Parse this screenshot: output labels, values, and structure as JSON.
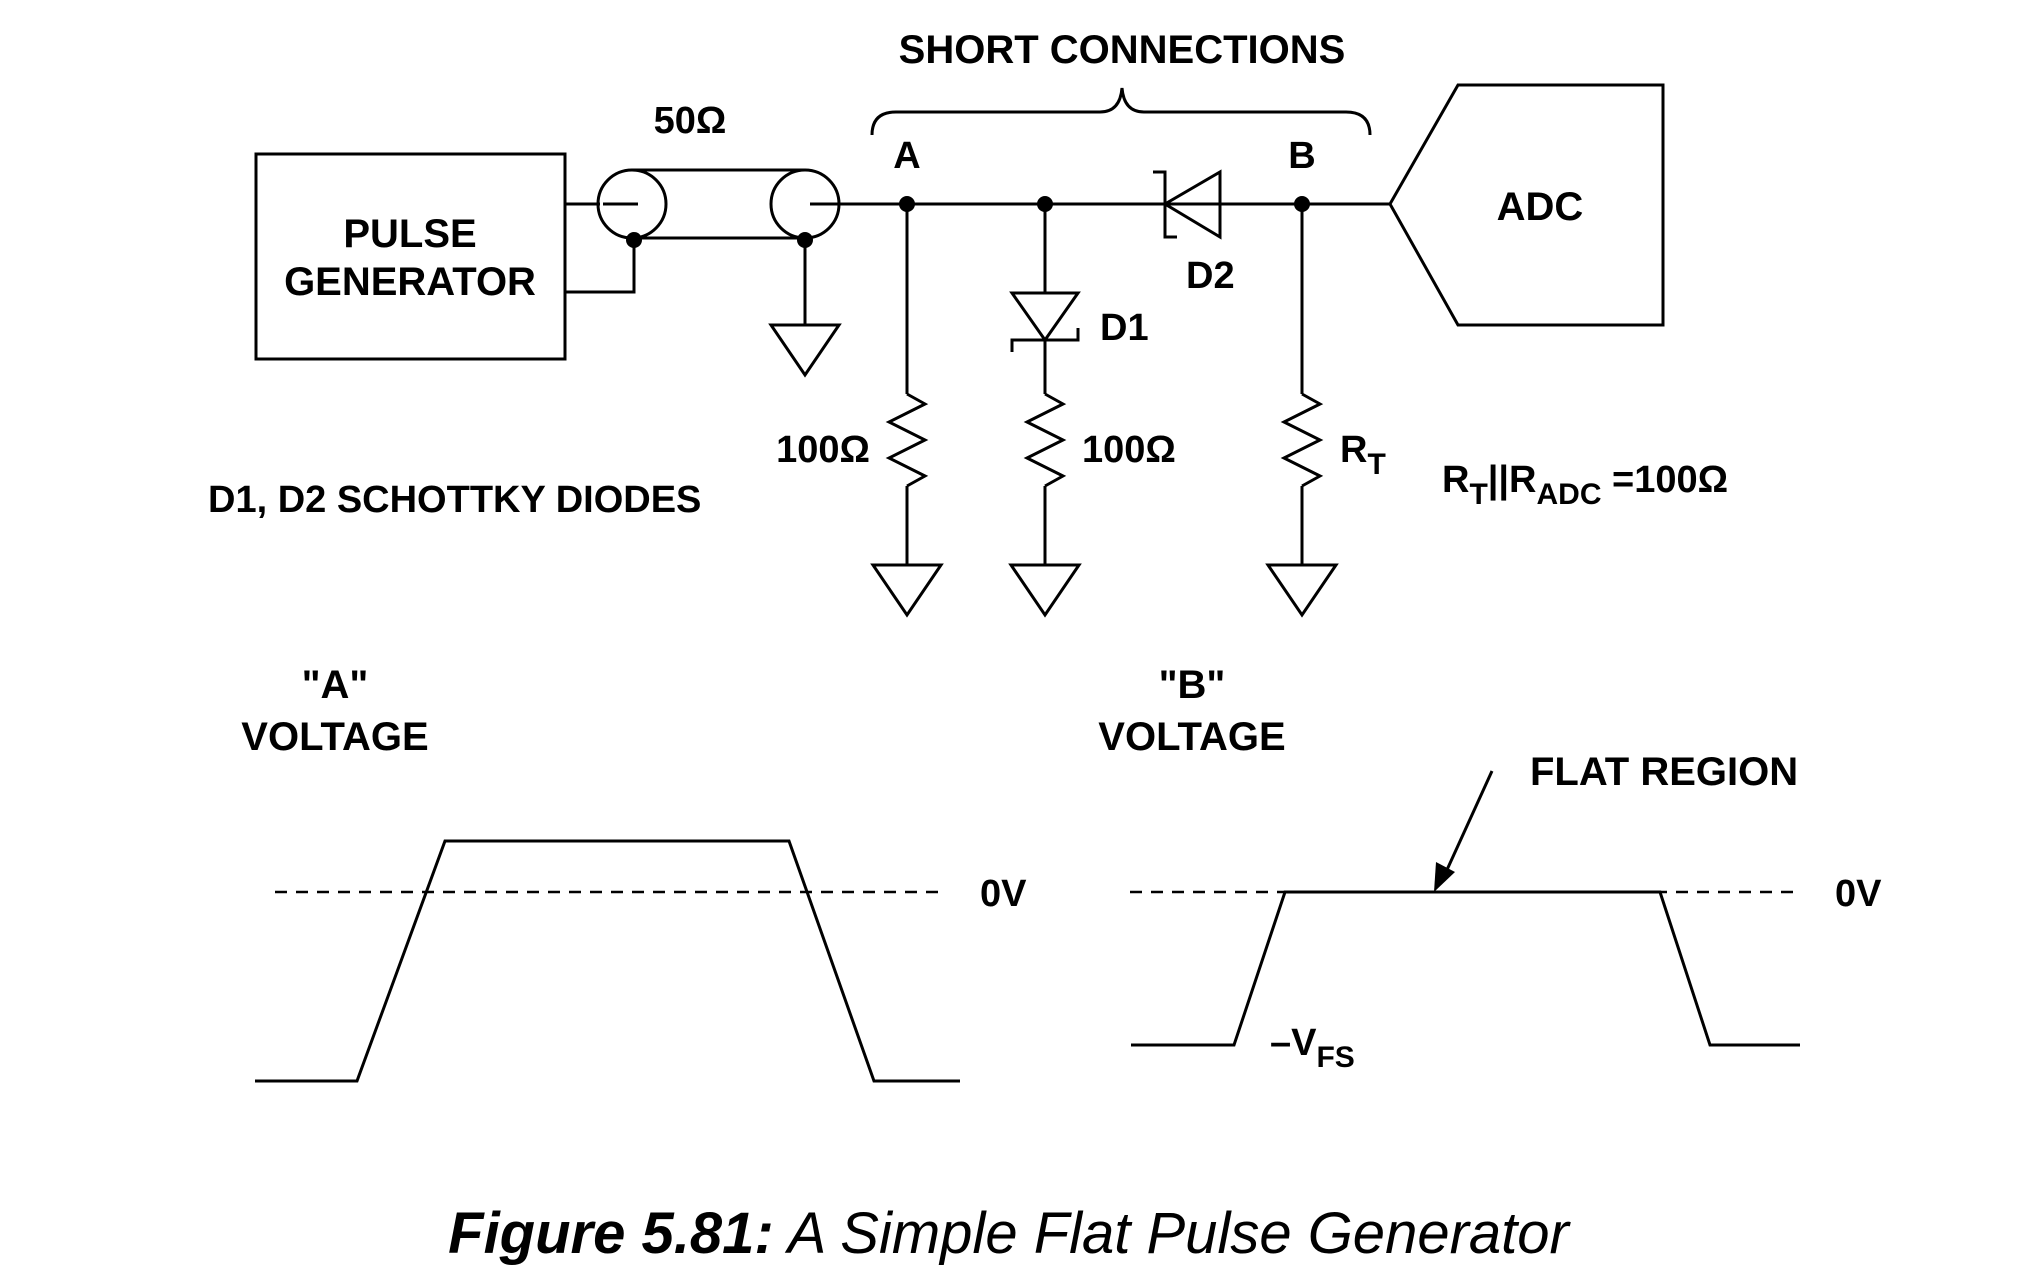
{
  "figure": {
    "number_label": "Figure 5.81:",
    "title": " A Simple Flat Pulse Generator"
  },
  "circuit": {
    "short_connections_label": "SHORT CONNECTIONS",
    "coax_label": "50Ω",
    "pulse_generator_line1": "PULSE",
    "pulse_generator_line2": "GENERATOR",
    "node_a_label": "A",
    "node_b_label": "B",
    "adc_label": "ADC",
    "d1_label": "D1",
    "d2_label": "D2",
    "resistor_a_label": "100Ω",
    "resistor_d1_label": "100Ω",
    "rt_label": "R",
    "rt_sub": "T",
    "note_diodes": "D1, D2 SCHOTTKY DIODES",
    "note_rt": {
      "r1": "R",
      "sub1": "T",
      "mid": "||R",
      "sub2": "ADC",
      "tail": " =100Ω"
    }
  },
  "waveform_a": {
    "title_line1": "\"A\"",
    "title_line2": "VOLTAGE",
    "zero_label": "0V"
  },
  "waveform_b": {
    "title_line1": "\"B\"",
    "title_line2": "VOLTAGE",
    "zero_label": "0V",
    "flat_region_label": "FLAT REGION",
    "vfs_main": "–V",
    "vfs_sub": "FS"
  }
}
